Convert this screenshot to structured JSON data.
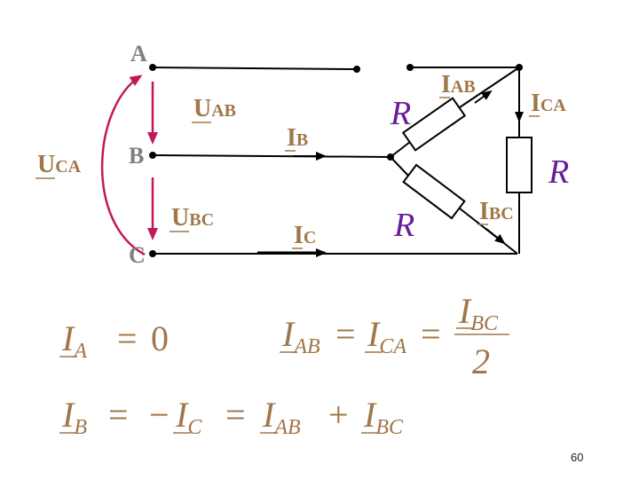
{
  "nodes": {
    "a": "A",
    "b": "B",
    "c": "C"
  },
  "voltages": {
    "uab": {
      "main": "U",
      "sub": "AB"
    },
    "ubc": {
      "main": "U",
      "sub": "BC"
    },
    "uca": {
      "main": "U",
      "sub": "CA"
    }
  },
  "currents": {
    "ib": {
      "main": "I",
      "sub": "B"
    },
    "ic": {
      "main": "I",
      "sub": "C"
    },
    "iab": {
      "main": "I",
      "sub": "AB"
    },
    "ica": {
      "main": "I",
      "sub": "CA"
    },
    "ibc": {
      "main": "I",
      "sub": "BC"
    }
  },
  "resistor_label": "R",
  "formulas": {
    "f1": {
      "lhs": "I",
      "lhs_sub": "A",
      "eq": "=",
      "rhs": "0"
    },
    "f2": {
      "t1": "I",
      "t1_sub": "AB",
      "eq1": "=",
      "t2": "I",
      "t2_sub": "CA",
      "eq2": "=",
      "num": "I",
      "num_sub": "BC",
      "den": "2"
    },
    "f3": {
      "t1": "I",
      "t1_sub": "B",
      "eq1": "=",
      "minus": "−",
      "t2": "I",
      "t2_sub": "C",
      "eq2": "=",
      "t3": "I",
      "t3_sub": "AB",
      "plus": "+",
      "t4": "I",
      "t4_sub": "BC"
    }
  },
  "page_number": "60",
  "colors": {
    "wire": "#000000",
    "voltage_arrow": "#c2185b",
    "resistor_label": "#6a1b9a",
    "symbol_text": "#a0764a",
    "node_label": "#7f7f7f"
  }
}
